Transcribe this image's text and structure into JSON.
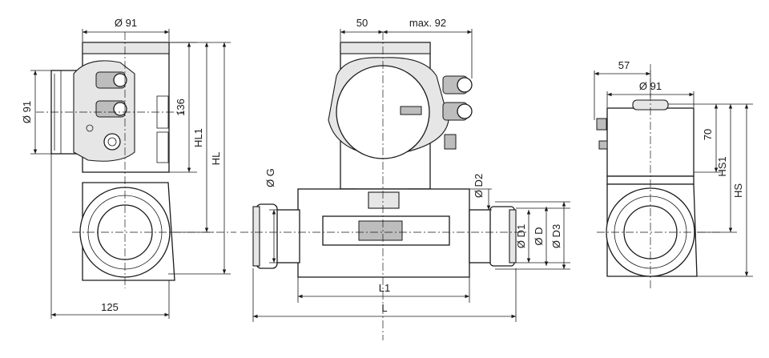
{
  "labels": {
    "left_top_width": "Ø 91",
    "left_flange_dia": "Ø 91",
    "left_height_136": "136",
    "left_hl1": "HL1",
    "left_hl": "HL",
    "left_bottom_width": "125",
    "mid_50": "50",
    "mid_max92": "max. 92",
    "mid_g": "Ø G",
    "mid_d2": "Ø D2",
    "mid_d1": "Ø D1",
    "mid_d": "Ø D",
    "mid_d3": "Ø D3",
    "mid_l1": "L1",
    "mid_l": "L",
    "right_57": "57",
    "right_dia91": "Ø 91",
    "right_70": "70",
    "right_hs1": "HS1",
    "right_hs": "HS"
  }
}
